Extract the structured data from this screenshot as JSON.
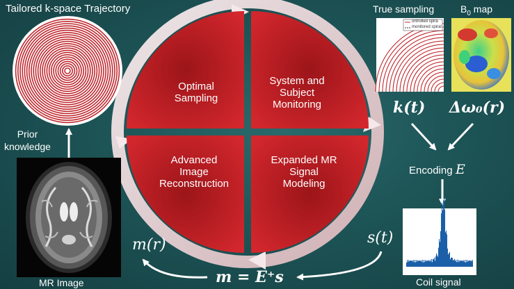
{
  "labels": {
    "tailored_trajectory": "Tailored k-space Trajectory",
    "prior_knowledge": "Prior\nknowledge",
    "mr_image": "MR Image",
    "true_sampling": "True sampling",
    "b0_map_prefix": "B",
    "b0_map_sub": "0",
    "b0_map_suffix": " map",
    "encoding": "Encoding",
    "coil_signal": "Coil signal"
  },
  "legend": {
    "line1": "ontrolled spira",
    "line2": "monitored spiral"
  },
  "quadrants": {
    "top_left": "Optimal\nSampling",
    "top_right": "System and\nSubject\nMonitoring",
    "bottom_left": "Advanced\nImage\nReconstruction",
    "bottom_right": "Expanded MR\nSignal\nModeling"
  },
  "math": {
    "k_t": "k(t)",
    "delta_omega": "Δω₀(r)",
    "encoding_E": "E",
    "s_t": "s(t)",
    "m_r": "m(r)",
    "equation": "m = E⁺s"
  },
  "colors": {
    "background": "#1d5456",
    "quadrant_red": "#c2222a",
    "ring_light": "#f3e4e6",
    "spiral_red": "#c0282e",
    "signal_blue": "#1b5fa8"
  }
}
